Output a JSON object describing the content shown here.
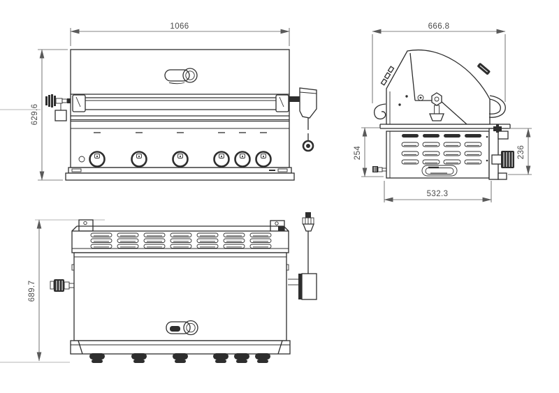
{
  "drawing": {
    "background": "#ffffff",
    "line_color": "#2e2e2e",
    "dim_line_color": "#5a5a5a",
    "dim_text_color": "#4a4a4a",
    "construction_line_color": "#b5b5b5",
    "subject": "built-in gas grill with rotisserie, three-view dimension drawing",
    "units": "mm"
  },
  "views": {
    "front": {
      "label": "front elevation",
      "dim_width": "1066",
      "dim_height": "629.6",
      "burner_count": 6
    },
    "side": {
      "label": "side elevation",
      "dim_width": "666.8",
      "dim_body_height": "254",
      "dim_motor_height": "236",
      "dim_base_depth": "532.3",
      "vent_columns": 4,
      "vent_rows": 4
    },
    "rear": {
      "label": "rear elevation",
      "dim_height": "689.7",
      "vent_groups": 7,
      "vent_rows": 3,
      "knob_count": 6
    }
  }
}
